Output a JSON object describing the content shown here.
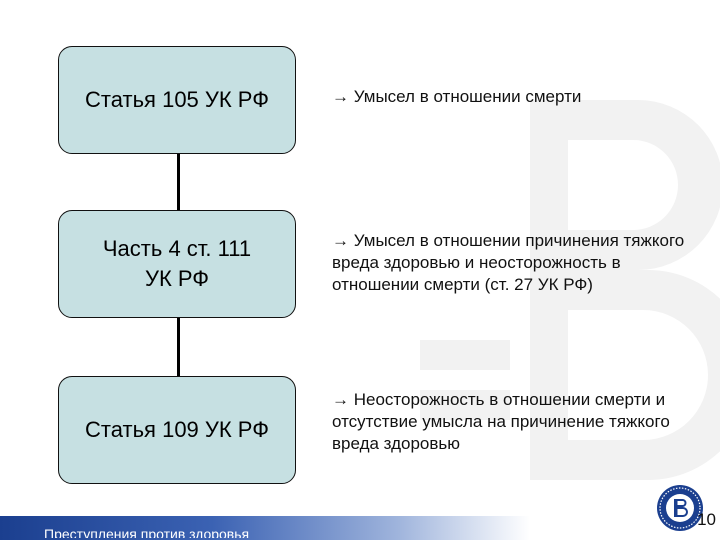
{
  "boxes": [
    {
      "label": "Статья 105 УК РФ"
    },
    {
      "label_line1": "Часть 4 ст. 111",
      "label_line2": "УК РФ"
    },
    {
      "label": "Статья 109 УК РФ"
    }
  ],
  "descriptions": [
    {
      "text": "→ Умысел в отношении смерти"
    },
    {
      "text": "→ Умысел в отношении причинения тяжкого вреда здоровью и неосторожность в отношении смерти (ст. 27 УК РФ)"
    },
    {
      "text": "→ Неосторожность в отношении смерти и отсутствие умысла на причинение тяжкого вреда здоровью"
    }
  ],
  "footer": {
    "title": "Преступления против здоровья"
  },
  "page_number": "10",
  "colors": {
    "box_fill": "#c6e0e2",
    "footer_bar": "#1b3f8f",
    "logo": "#1b3f8f"
  }
}
